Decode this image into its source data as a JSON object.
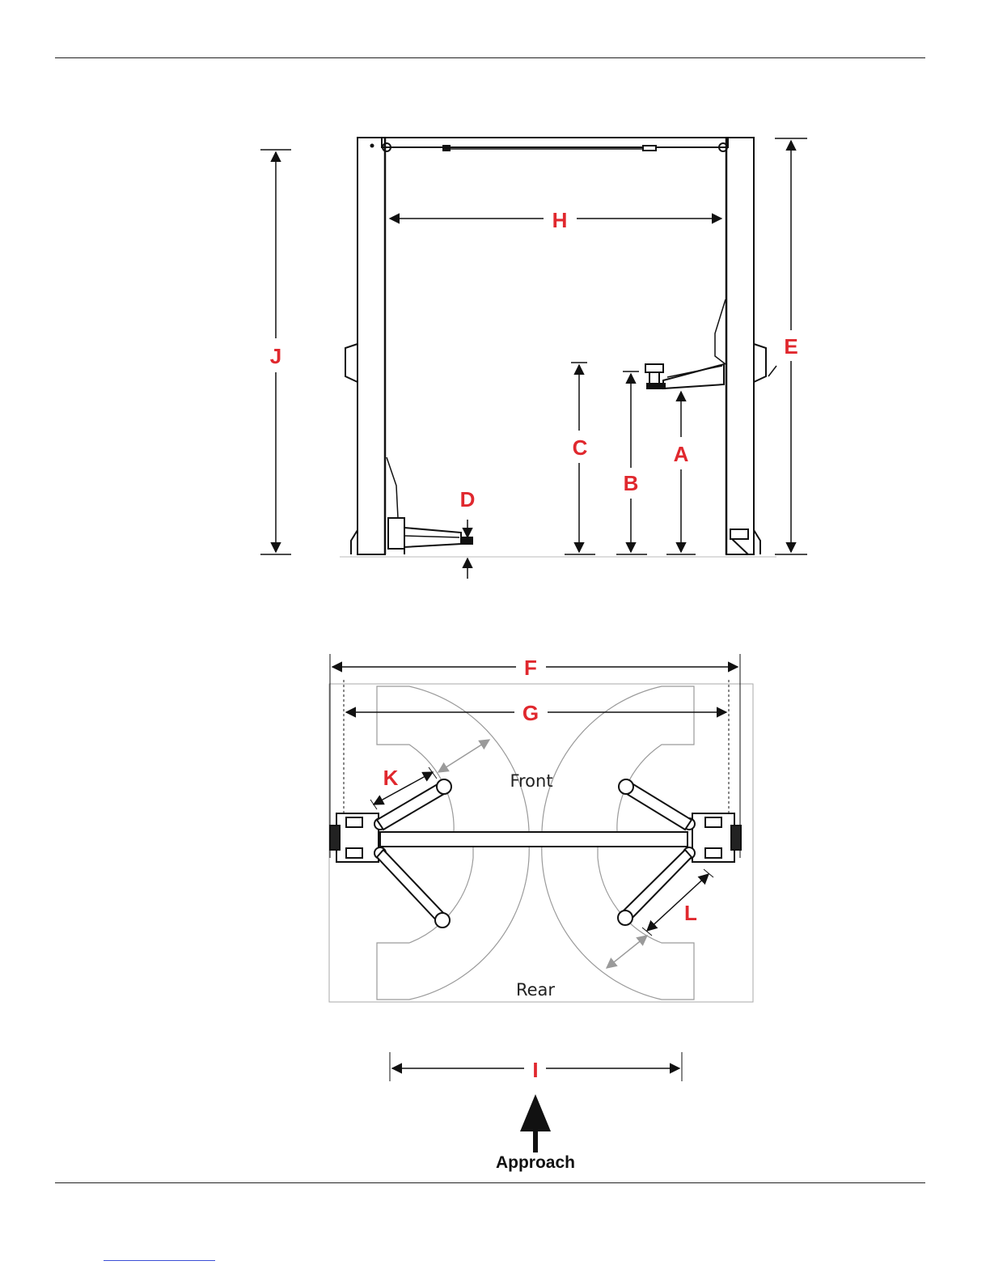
{
  "elevation_view": {
    "dimensions": [
      "H",
      "J",
      "E",
      "C",
      "B",
      "A",
      "D"
    ]
  },
  "plan_view": {
    "dimensions": [
      "F",
      "G",
      "K",
      "L"
    ],
    "front_label": "Front",
    "rear_label": "Rear"
  },
  "bottom": {
    "dimension": "I",
    "approach_label": "Approach"
  },
  "colors": {
    "dimension_letter": "#e0282e",
    "line": "#111111",
    "swing_arc": "#9a9a9a"
  }
}
